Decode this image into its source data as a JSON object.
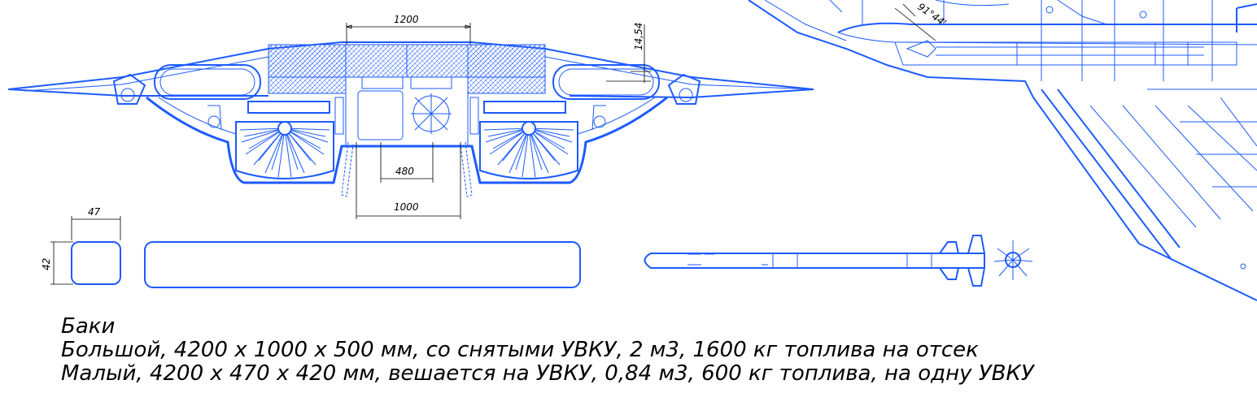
{
  "dimensions": {
    "top_width": "1200",
    "inner_width": "480",
    "bottom_width": "1000",
    "height_right": "14,54",
    "small_width": "47",
    "small_height": "42",
    "angle": "91°44'"
  },
  "caption": {
    "heading": "Баки",
    "line_large": "Большой, 4200 х 1000 х 500 мм, со снятыми УВКУ, 2 м3, 1600 кг топлива на отсек",
    "line_small": "Малый, 4200 х 470 х 420 мм, вешается на УВКУ, 0,84 м3, 600 кг топлива, на одну УВКУ"
  },
  "colors": {
    "line": "#1d5bff",
    "dimension": "#000000",
    "background": "#ffffff"
  }
}
